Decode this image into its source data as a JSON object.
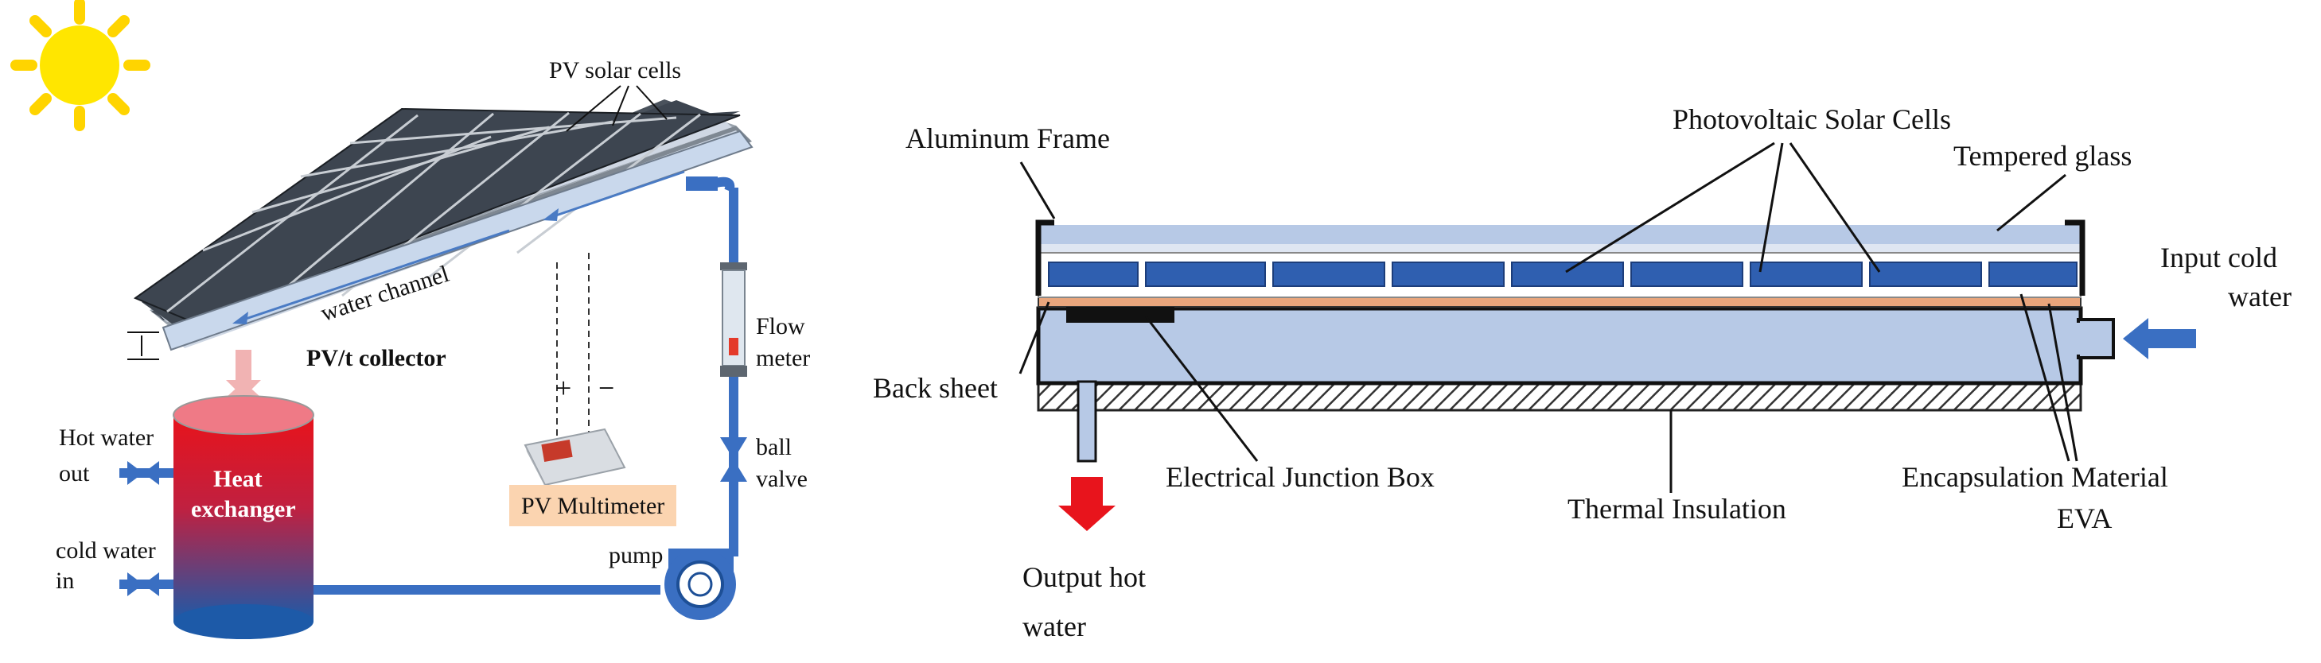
{
  "left_diagram": {
    "pv_solar_cells": "PV solar cells",
    "water_channel": "water channel",
    "collector": "PV/t collector",
    "flow_meter_1": "Flow",
    "flow_meter_2": "meter",
    "ball_valve_1": "ball",
    "ball_valve_2": "valve",
    "hot_water_1": "Hot water",
    "hot_water_2": "out",
    "cold_water_1": "cold water",
    "cold_water_2": "in",
    "heat_exchanger_1": "Heat",
    "heat_exchanger_2": "exchanger",
    "pump": "pump",
    "multimeter": "PV Multimeter",
    "plus": "+",
    "minus": "−"
  },
  "right_diagram": {
    "aluminum_frame": "Aluminum Frame",
    "pv_cells": "Photovoltaic Solar Cells",
    "tempered_glass": "Tempered glass",
    "input_cold_1": "Input cold",
    "input_cold_2": "water",
    "back_sheet": "Back sheet",
    "junction_box": "Electrical Junction Box",
    "thermal_insulation": "Thermal Insulation",
    "encapsulation_1": "Encapsulation Material",
    "encapsulation_2": "EVA",
    "output_hot_1": "Output hot",
    "output_hot_2": "water"
  },
  "colors": {
    "panel_cell": "#3d4550",
    "water": "#b7c9e6",
    "cell_blue": "#2f5fb0",
    "pipe_blue": "#3a6fc2",
    "hot_red": "#e8141c",
    "backsheet": "#e8a57c",
    "sun": "#ffe000"
  }
}
